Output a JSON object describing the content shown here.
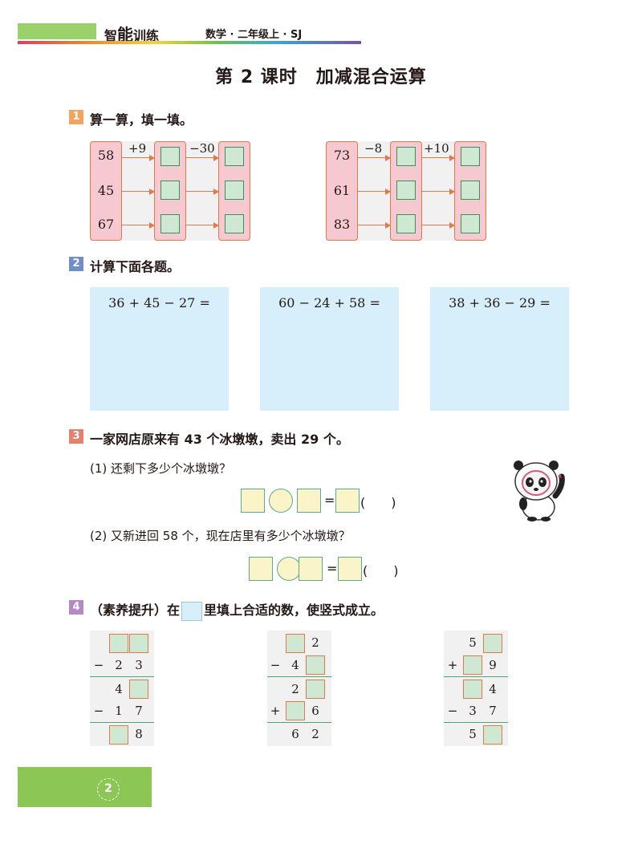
{
  "header": {
    "brand_small1": "智",
    "brand_big": "能",
    "brand_small2": "训练",
    "subtitle": "数学 · 二年级上 · SJ"
  },
  "lesson_title": "第 2 课时　加减混合运算",
  "q1": {
    "num": "1",
    "text": "算一算，填一填。",
    "left": {
      "inputs": [
        "58",
        "45",
        "67"
      ],
      "op1": "+9",
      "op2": "−30"
    },
    "right": {
      "inputs": [
        "73",
        "61",
        "83"
      ],
      "op1": "−8",
      "op2": "+10"
    }
  },
  "q2": {
    "num": "2",
    "text": "计算下面各题。",
    "exprs": [
      "36 + 45 − 27 =",
      "60 − 24 + 58 =",
      "38 + 36 − 29 ="
    ]
  },
  "q3": {
    "num": "3",
    "text": "一家网店原来有 43 个冰墩墩，卖出 29 个。",
    "sub1": "(1) 还剩下多少个冰墩墩？",
    "sub2": "(2) 又新进回 58 个，现在店里有多少个冰墩墩？",
    "eq": "=",
    "paren": "(　　)"
  },
  "q4": {
    "num": "4",
    "text_pre": "（素养提升）在",
    "text_post": "里填上合适的数，使竖式成立。",
    "minus": "−",
    "plus": "+",
    "p1": {
      "r2a": "2",
      "r2b": "3",
      "r3": "4",
      "r4a": "1",
      "r4b": "7",
      "r5": "8"
    },
    "p2": {
      "r1": "2",
      "r2": "4",
      "r3": "2",
      "r4": "6",
      "r5a": "6",
      "r5b": "2"
    },
    "p3": {
      "r1": "5",
      "r2": "9",
      "r3": "4",
      "r4a": "3",
      "r4b": "7",
      "r5": "5"
    }
  },
  "footer": {
    "page": "2"
  },
  "colors": {
    "header_green": "#9bd16b",
    "q1_badge": "#f4a460",
    "q2_badge": "#6f8fc9",
    "q3_badge": "#e5826d",
    "q4_badge": "#b48ac4",
    "calc_box": "#d7effa",
    "footer_green": "#8cc654"
  }
}
